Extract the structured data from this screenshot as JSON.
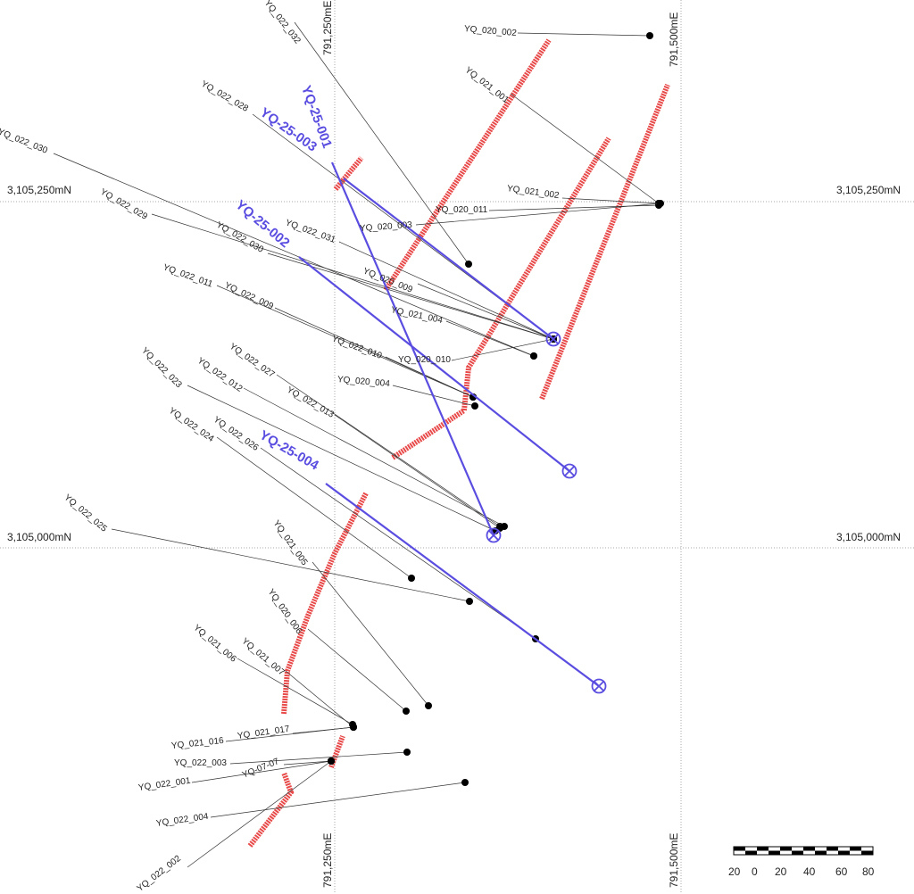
{
  "grid": {
    "easting_west": "791,250mE",
    "easting_east": "791,500mE",
    "northing_north": "3,105,250mN",
    "northing_south": "3,105,000mN"
  },
  "colors": {
    "planned": "#5a4de0",
    "mineral_zone": "#e84a4a",
    "existing": "#000000"
  },
  "drill_holes": [
    "YQ_022_032",
    "YQ_020_002",
    "YQ_021_001",
    "YQ_022_028",
    "YQ_022_030",
    "YQ_021_002",
    "YQ_020_011",
    "YQ_020_003",
    "YQ_022_029",
    "YQ_022_031",
    "YQ_022_030",
    "YQ_020_009",
    "YQ_021_004",
    "YQ_022_011",
    "YQ_022_009",
    "YQ_022_010",
    "YQ_020_010",
    "YQ_020_004",
    "YQ_022_027",
    "YQ_022_012",
    "YQ_022_023",
    "YQ_022_013",
    "YQ_022_024",
    "YQ_022_026",
    "YQ_022_025",
    "YQ_021_005",
    "YQ_020_006",
    "YQ_021_006",
    "YQ_021_007",
    "YQ_021_017",
    "YQ_021_016",
    "YQ_022_003",
    "YQ-07-07",
    "YQ_022_001",
    "YQ_022_004",
    "YQ_022_002"
  ],
  "planned_holes": [
    "YQ-25-001",
    "YQ-25-003",
    "YQ-25-002",
    "YQ-25-004"
  ],
  "scale_bar": {
    "labels": [
      "20",
      "0",
      "20",
      "40",
      "60",
      "80"
    ]
  }
}
